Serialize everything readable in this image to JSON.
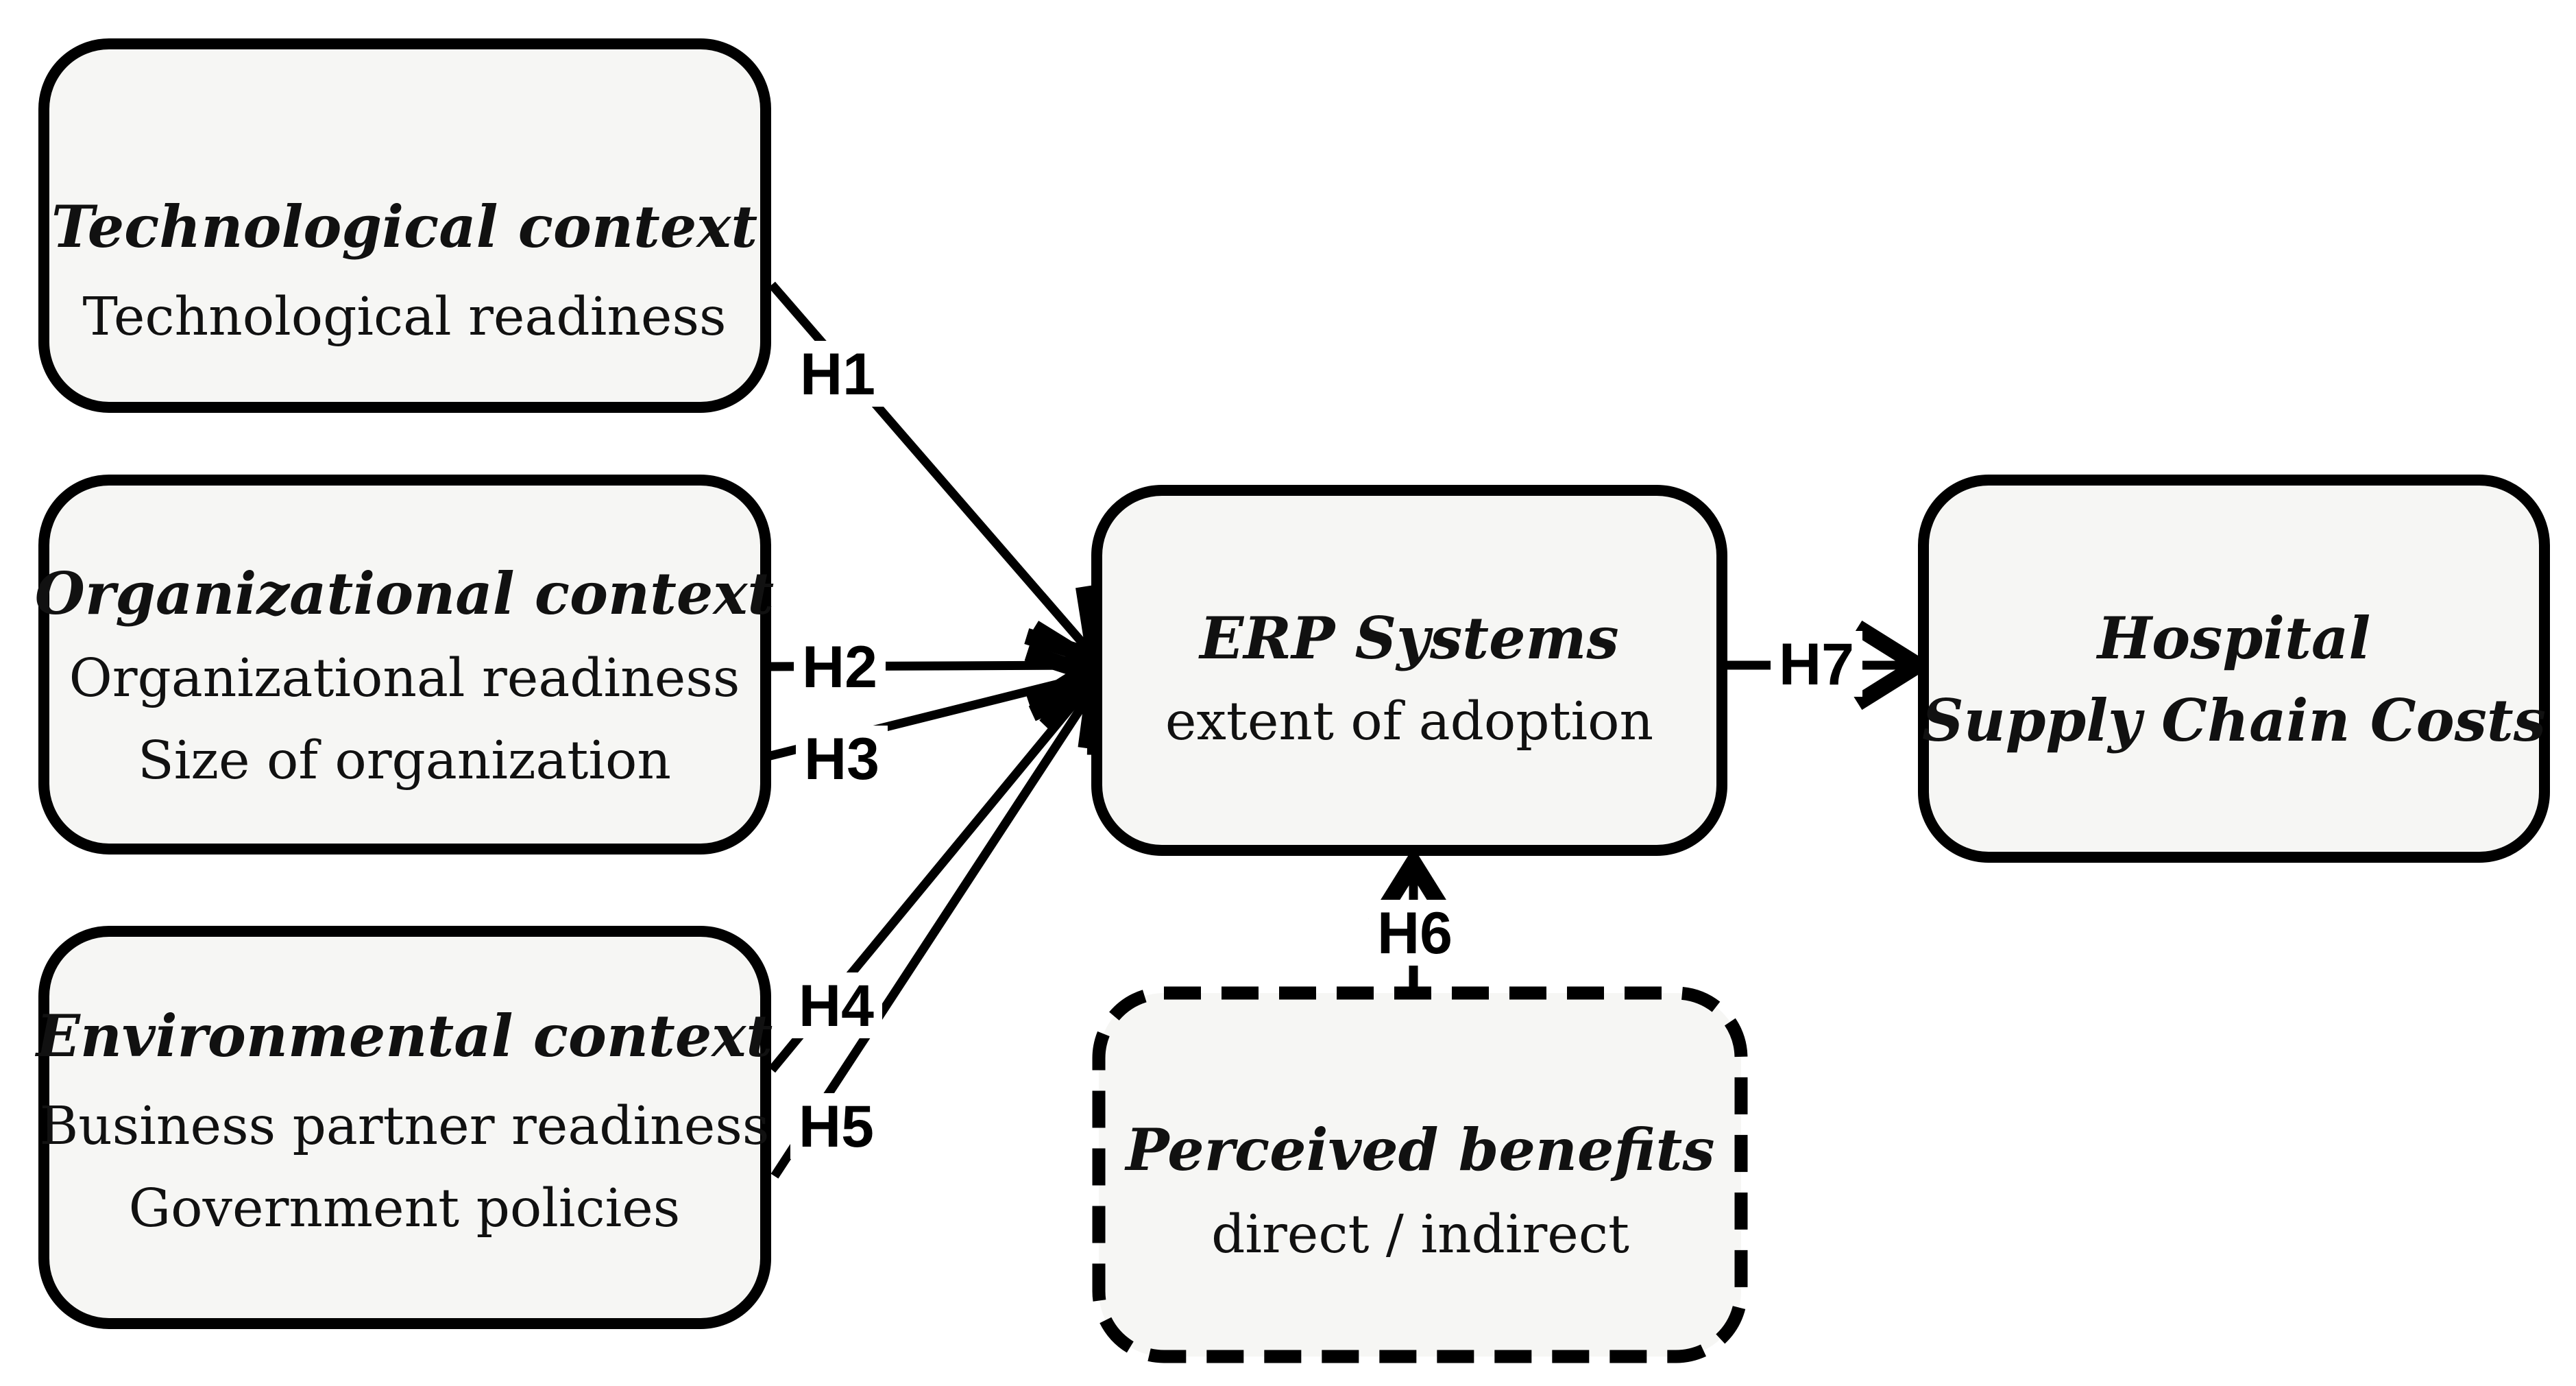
{
  "figure": {
    "boxes": {
      "technological": {
        "title": "Technological context",
        "line1": "Technological readiness"
      },
      "organizational": {
        "title": "Organizational context",
        "line1": "Organizational readiness",
        "line2": "Size of organization"
      },
      "environmental": {
        "title": "Environmental context",
        "line1": "Business partner readiness",
        "line2": "Government policies"
      },
      "erp": {
        "title": "ERP Systems",
        "line1": "extent of adoption"
      },
      "hospital": {
        "title_line1": "Hospital",
        "title_line2": "Supply Chain Costs"
      },
      "perceived": {
        "title": "Perceived benefits",
        "line1": "direct / indirect"
      }
    },
    "hypotheses": {
      "h1": "H1",
      "h2": "H2",
      "h3": "H3",
      "h4": "H4",
      "h5": "H5",
      "h6": "H6",
      "h7": "H7"
    },
    "colors": {
      "background": "#ffffff",
      "box_fill": "#f6f6f4",
      "stroke": "#000000"
    }
  }
}
